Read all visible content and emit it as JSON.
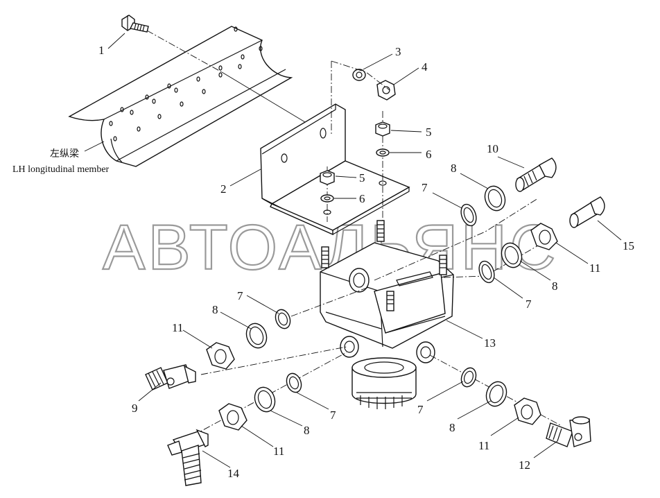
{
  "diagram": {
    "member_label_cn": "左纵梁",
    "member_label_en": "LH longitudinal member",
    "watermark": "АВТОАЛЬЯНС",
    "callouts": [
      {
        "id": "c1",
        "text": "1"
      },
      {
        "id": "c2",
        "text": "2"
      },
      {
        "id": "c3",
        "text": "3"
      },
      {
        "id": "c4",
        "text": "4"
      },
      {
        "id": "c5a",
        "text": "5"
      },
      {
        "id": "c6a",
        "text": "6"
      },
      {
        "id": "c5b",
        "text": "5"
      },
      {
        "id": "c6b",
        "text": "6"
      },
      {
        "id": "c10",
        "text": "10"
      },
      {
        "id": "c8a",
        "text": "8"
      },
      {
        "id": "c7a",
        "text": "7"
      },
      {
        "id": "c15",
        "text": "15"
      },
      {
        "id": "c11a",
        "text": "11"
      },
      {
        "id": "c8b",
        "text": "8"
      },
      {
        "id": "c7b",
        "text": "7"
      },
      {
        "id": "c7c",
        "text": "7"
      },
      {
        "id": "c8c",
        "text": "8"
      },
      {
        "id": "c11b",
        "text": "11"
      },
      {
        "id": "c13",
        "text": "13"
      },
      {
        "id": "c9",
        "text": "9"
      },
      {
        "id": "c7d",
        "text": "7"
      },
      {
        "id": "c8d",
        "text": "8"
      },
      {
        "id": "c11c",
        "text": "11"
      },
      {
        "id": "c14",
        "text": "14"
      },
      {
        "id": "c7e",
        "text": "7"
      },
      {
        "id": "c8e",
        "text": "8"
      },
      {
        "id": "c11d",
        "text": "11"
      },
      {
        "id": "c12",
        "text": "12"
      }
    ]
  }
}
